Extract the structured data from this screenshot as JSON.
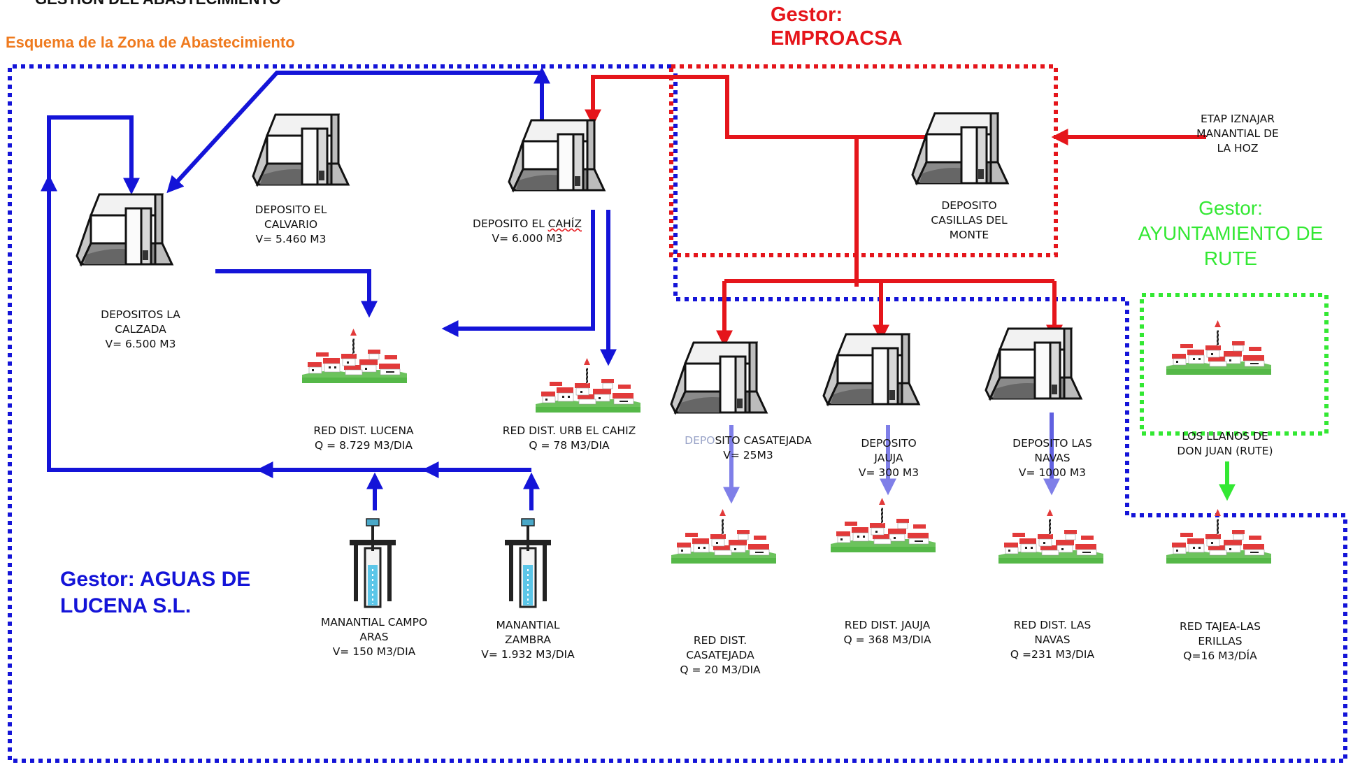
{
  "header": {
    "section_title": "GESTIÓN DEL ABASTECIMIENTO",
    "scheme_title": "Esquema de la Zona de Abastecimiento"
  },
  "managers": {
    "emproacsa": {
      "line1": "Gestor:",
      "line2": "EMPROACSA",
      "color": "#e5151b"
    },
    "rute": {
      "line1": "Gestor:",
      "line2": "AYUNTAMIENTO DE",
      "line3": "RUTE",
      "color": "#33e833"
    },
    "lucena": {
      "line1": "Gestor: AGUAS DE",
      "line2": "LUCENA S.L.",
      "color": "#1414d8"
    }
  },
  "colors": {
    "aguas_lucena": "#1414d8",
    "emproacsa": "#e5151b",
    "rute": "#33e833"
  },
  "nodes": {
    "etap": {
      "line1": "ETAP IZNAJAR",
      "line2": "MANANTIAL DE",
      "line3": "LA HOZ"
    },
    "casillas": {
      "line1": "DEPOSITO",
      "line2": "CASILLAS DEL",
      "line3": "MONTE"
    },
    "calvario": {
      "line1": "DEPOSITO EL",
      "line2": "CALVARIO",
      "line3": "V= 5.460 M3"
    },
    "cahiz": {
      "line1a": "DEPOSITO EL ",
      "line1b": "CAHÍZ",
      "line2": "V= 6.000 M3"
    },
    "calzada": {
      "line1": "DEPOSITOS LA",
      "line2": "CALZADA",
      "line3": "V= 6.500 M3"
    },
    "red_lucena": {
      "line1": "RED DIST. LUCENA",
      "line2": "Q = 8.729 M3/DIA"
    },
    "red_cahiz": {
      "line1": "RED DIST. URB EL CAHIZ",
      "line2": "Q = 78 M3/DIA"
    },
    "casatejada": {
      "line1a": "DEPO",
      "line1b": "SITO CASATEJADA",
      "line2": "V= 25M3"
    },
    "jauja": {
      "line1": "DEPOSITO",
      "line2": "JAUJA",
      "line3": "V= 300 M3"
    },
    "las_navas": {
      "line1": "DEPOSITO LAS",
      "line2": "NAVAS",
      "line3": "V= 1000 M3"
    },
    "llanos": {
      "line1": "LOS LLANOS DE",
      "line2": "DON JUAN (RUTE)"
    },
    "campo_aras": {
      "line1": "MANANTIAL CAMPO",
      "line2": "ARAS",
      "line3": "V= 150 M3/DIA"
    },
    "zambra": {
      "line1": "MANANTIAL",
      "line2": "ZAMBRA",
      "line3": "V= 1.932 M3/DIA"
    },
    "red_casatejada": {
      "line1": "RED DIST.",
      "line2": "CASATEJADA",
      "line3": "Q = 20 M3/DIA"
    },
    "red_jauja": {
      "line1": "RED DIST. JAUJA",
      "line2": "Q = 368 M3/DIA"
    },
    "red_navas": {
      "line1": "RED DIST. LAS",
      "line2": "NAVAS",
      "line3": "Q =231 M3/DIA"
    },
    "red_tajea": {
      "line1": "RED TAJEA-LAS",
      "line2": "ERILLAS",
      "line3": "Q=16 M3/DÍA"
    }
  }
}
